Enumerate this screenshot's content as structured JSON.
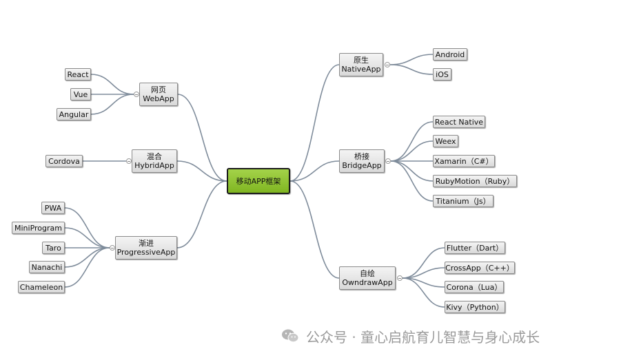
{
  "root": {
    "label": "移动APP框架"
  },
  "branches": [
    {
      "key": "webapp",
      "line1": "网页",
      "line2": "WebApp",
      "children": [
        "React",
        "Vue",
        "Angular"
      ]
    },
    {
      "key": "hybridapp",
      "line1": "混合",
      "line2": "HybridApp",
      "children": [
        "Cordova"
      ]
    },
    {
      "key": "progressiveapp",
      "line1": "渐进",
      "line2": "ProgressiveApp",
      "children": [
        "PWA",
        "MiniProgram",
        "Taro",
        "Nanachi",
        "Chameleon"
      ]
    },
    {
      "key": "nativeapp",
      "line1": "原生",
      "line2": "NativeApp",
      "children": [
        "Android",
        "iOS"
      ]
    },
    {
      "key": "bridgeapp",
      "line1": "桥接",
      "line2": "BridgeApp",
      "children": [
        "React Native",
        "Weex",
        "Xamarin（C#）",
        "RubyMotion（Ruby）",
        "Titanium（Js）"
      ]
    },
    {
      "key": "owndrawapp",
      "line1": "自绘",
      "line2": "OwndrawApp",
      "children": [
        "Flutter（Dart）",
        "CrossApp（C++）",
        "Corona（Lua）",
        "Kivy（Python）"
      ]
    }
  ],
  "watermark": {
    "text": "公众号 · 童心启航育儿智慧与身心成长"
  },
  "colors": {
    "root_fill": "#8cc63f",
    "node_fill": "#dcdcdc",
    "connector": "#7f8c9b"
  }
}
